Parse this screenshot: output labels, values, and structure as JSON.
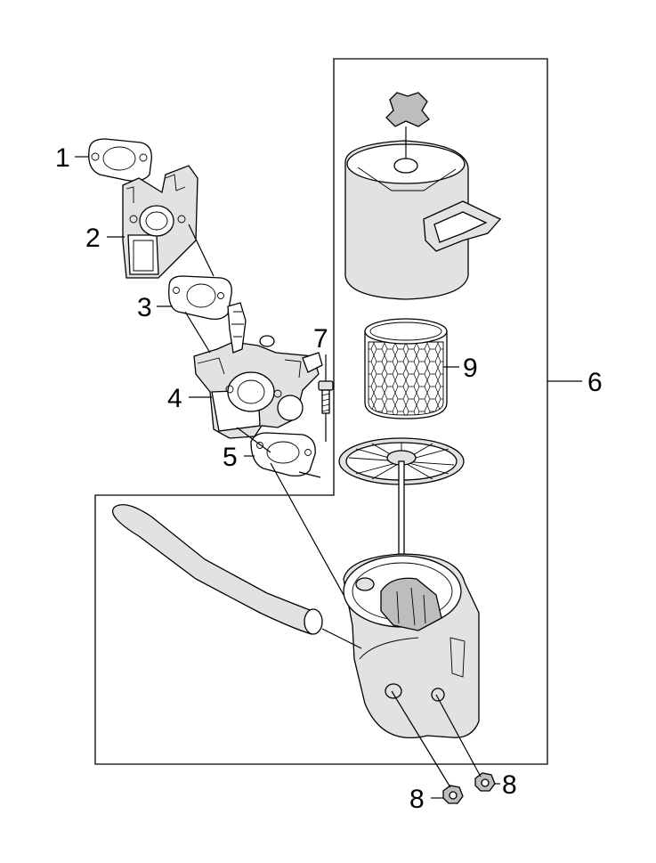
{
  "callouts": {
    "c1": "1",
    "c2": "2",
    "c3": "3",
    "c4": "4",
    "c5": "5",
    "c6": "6",
    "c7": "7",
    "c8a": "8",
    "c8b": "8",
    "c9": "9"
  },
  "colors": {
    "line": "#000000",
    "part_fill": "#e2e2e2",
    "part_dark": "#bdbdbd",
    "background": "#ffffff"
  }
}
